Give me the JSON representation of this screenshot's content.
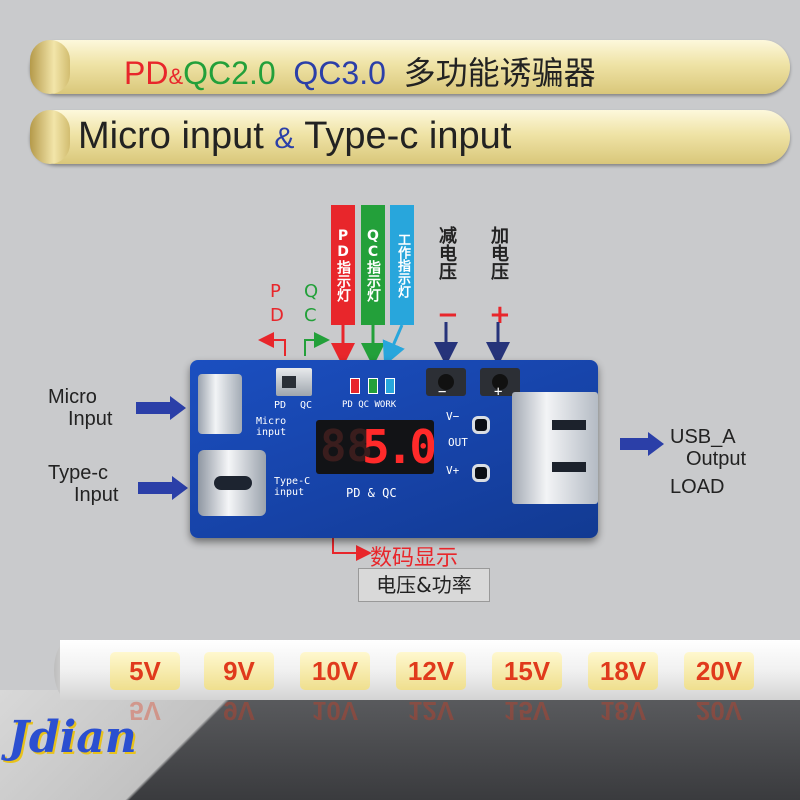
{
  "title_line1": {
    "pd": "PD",
    "amp": "&",
    "qc2": "QC2.0",
    "qc3": "QC3.0",
    "cn": "多功能诱骗器"
  },
  "title_line2": {
    "micro": "Micro input",
    "amp": "&",
    "typec": "Type-c input"
  },
  "indicators": {
    "pd": "PD指示灯",
    "qc": "QC指示灯",
    "work": "工作指示灯"
  },
  "buttons": {
    "minus_label": "减电压",
    "plus_label": "加电压",
    "minus_sign": "−",
    "plus_sign": "+"
  },
  "switch_labels": {
    "p": "P",
    "d": "D",
    "q": "Q",
    "c": "C"
  },
  "inputs": {
    "micro_line1": "Micro",
    "micro_line2": "Input",
    "typec_line1": "Type-c",
    "typec_line2": "Input"
  },
  "output": {
    "line1": "USB_A",
    "line2": "Output",
    "line3": "LOAD"
  },
  "board": {
    "silk_pd": "PD",
    "silk_qc": "QC",
    "silk_leds": "PD QC WORK",
    "silk_minus": "−",
    "silk_plus": "+",
    "silk_micro1": "Micro",
    "silk_micro2": "input",
    "silk_typec1": "Type-C",
    "silk_typec2": "input",
    "silk_vminus": "V−",
    "silk_out": "OUT",
    "silk_vplus": "V+",
    "silk_pdqc": "PD & QC",
    "display_ghost": "88",
    "display_value": "5.0"
  },
  "display_callout": {
    "line1": "数码显示",
    "line2": "电压&功率"
  },
  "voltages": [
    "5V",
    "9V",
    "10V",
    "12V",
    "15V",
    "18V",
    "20V"
  ],
  "colors": {
    "red": "#e8262b",
    "green": "#23a03a",
    "blue": "#2b5cc8",
    "cyan": "#28a6dc",
    "navy": "#26337a",
    "pcb": "#1a4bb8",
    "display_digits": "#ff2a2a",
    "voltage_text": "#e03a1c"
  },
  "logo": "Jdian"
}
